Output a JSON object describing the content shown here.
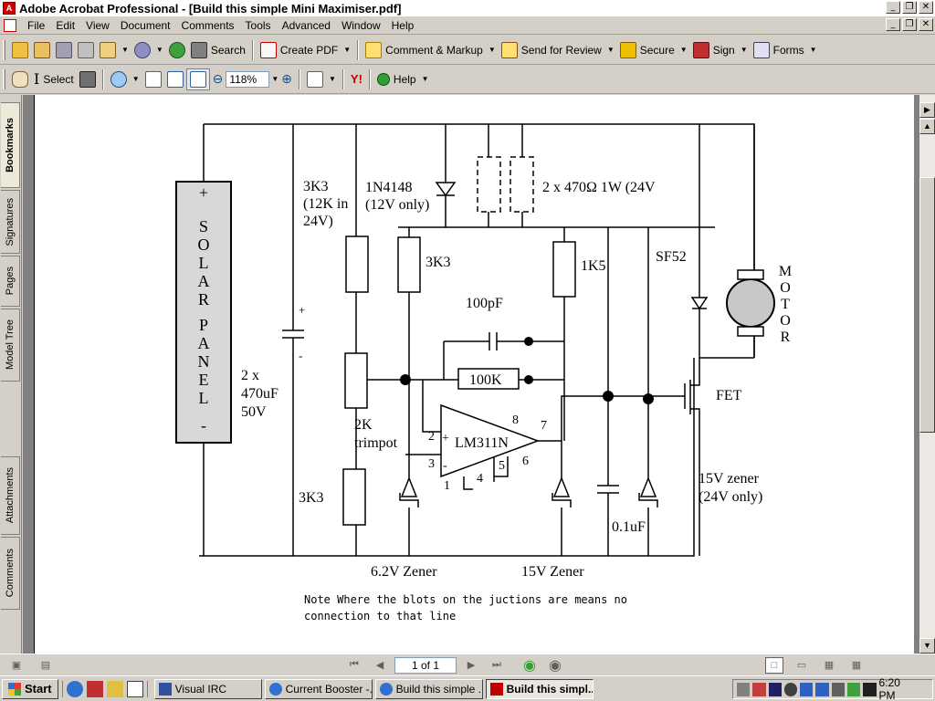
{
  "window": {
    "title": "Adobe Acrobat Professional - [Build this simple Mini Maximiser.pdf]",
    "app_icon_glyph": "A",
    "buttons": {
      "minimize": "_",
      "maximize": "❐",
      "close": "✕"
    }
  },
  "menu": {
    "items": [
      "File",
      "Edit",
      "View",
      "Document",
      "Comments",
      "Tools",
      "Advanced",
      "Window",
      "Help"
    ]
  },
  "toolbar1": {
    "search": "Search",
    "create_pdf": "Create PDF",
    "comment_markup": "Comment & Markup",
    "send_review": "Send for Review",
    "secure": "Secure",
    "sign": "Sign",
    "forms": "Forms"
  },
  "toolbar2": {
    "select": "Select",
    "zoom": "118%",
    "yahoo": "Y!",
    "help": "Help"
  },
  "nav_tabs": [
    "Bookmarks",
    "Signatures",
    "Pages",
    "Model Tree",
    "Attachments",
    "Comments"
  ],
  "document": {
    "schematic_labels": {
      "solar": [
        "+",
        "S",
        "O",
        "L",
        "A",
        "R",
        "P",
        "A",
        "N",
        "E",
        "L",
        "-"
      ],
      "cap_plus": "+",
      "cap_minus": "-",
      "r3k3_top": [
        "3K3",
        "(12K in",
        "24V)"
      ],
      "diode": [
        "1N4148",
        "(12V only)"
      ],
      "resistors_470": "2 x 470Ω 1W  (24V",
      "r3k3_mid": "3K3",
      "r1k5": "1K5",
      "sf52": "SF52",
      "motor": [
        "M",
        "O",
        "T",
        "O",
        "R"
      ],
      "c100pf": "100pF",
      "r100k": "100K",
      "caps": [
        "2 x",
        "470uF",
        "50V"
      ],
      "trimpot": [
        "2K",
        "trimpot"
      ],
      "r3k3_bot": "3K3",
      "ic": "LM311N",
      "pins": [
        "2",
        "+",
        "3",
        "-",
        "8",
        "7",
        "6",
        "5",
        "1",
        "4"
      ],
      "fet": "FET",
      "zener15_24": [
        "15V zener",
        "(24V only)"
      ],
      "c01uf": "0.1uF",
      "zener62": "6.2V Zener",
      "zener15": "15V Zener"
    },
    "note_lines": [
      "Note Where the blots on the juctions are means no",
      "connection to that line"
    ]
  },
  "statusbar": {
    "page_indicator": "1 of 1"
  },
  "taskbar": {
    "start": "Start",
    "tasks": [
      "Visual IRC",
      "Current Booster -...",
      "Build this simple ...",
      "Build this simpl..."
    ],
    "clock": "6:20 PM"
  }
}
